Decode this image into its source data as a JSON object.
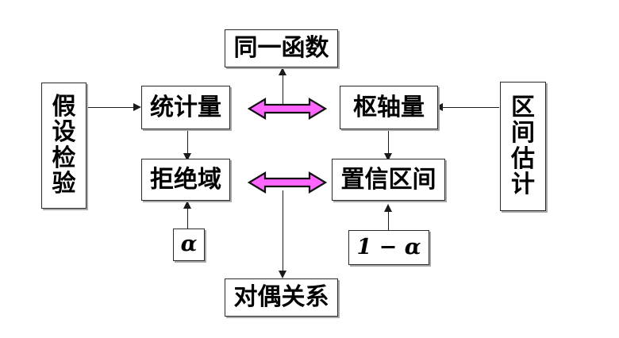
{
  "diagram": {
    "title_text": "",
    "background_color": "#ffffff",
    "accent_color": "#ff66ff",
    "line_color": "#1a1a1a",
    "box_border_color": "#2b2b2b",
    "shadow_color": "#a8a8a8",
    "nodes": [
      {
        "id": "hypothesis-testing",
        "label": "假设检验",
        "chars": [
          "假",
          "设",
          "检",
          "验"
        ],
        "orientation": "vertical"
      },
      {
        "id": "statistic",
        "label": "统计量",
        "orientation": "horizontal"
      },
      {
        "id": "same-function",
        "label": "同一函数",
        "orientation": "horizontal"
      },
      {
        "id": "pivotal-quantity",
        "label": "枢轴量",
        "orientation": "horizontal"
      },
      {
        "id": "interval-estimation",
        "label": "区间估计",
        "chars": [
          "区",
          "间",
          "估",
          "计"
        ],
        "orientation": "vertical"
      },
      {
        "id": "rejection-region",
        "label": "拒绝域",
        "orientation": "horizontal"
      },
      {
        "id": "confidence-interval",
        "label": "置信区间",
        "orientation": "horizontal"
      },
      {
        "id": "alpha",
        "label": "α",
        "orientation": "horizontal"
      },
      {
        "id": "one-minus-alpha",
        "label": "1 − α",
        "orientation": "horizontal"
      },
      {
        "id": "dual-relation",
        "label": "对偶关系",
        "orientation": "horizontal"
      }
    ],
    "connectors": [
      {
        "id": "hypothesis-to-statistic",
        "from": "假设检验",
        "to": "统计量",
        "style": "single-arrow",
        "color": "#1a1a1a"
      },
      {
        "id": "statistic-to-rejection",
        "from": "统计量",
        "to": "拒绝域",
        "style": "single-arrow",
        "color": "#1a1a1a"
      },
      {
        "id": "alpha-to-rejection",
        "from": "α",
        "to": "拒绝域",
        "style": "single-arrow",
        "color": "#1a1a1a"
      },
      {
        "id": "interval-to-pivotal",
        "from": "区间估计",
        "to": "枢轴量",
        "style": "single-arrow",
        "color": "#1a1a1a"
      },
      {
        "id": "pivotal-to-confidence",
        "from": "枢轴量",
        "to": "置信区间",
        "style": "single-arrow",
        "color": "#1a1a1a"
      },
      {
        "id": "one-minus-alpha-to-confidence",
        "from": "1 − α",
        "to": "置信区间",
        "style": "single-arrow",
        "color": "#1a1a1a"
      },
      {
        "id": "statistic-pivotal-equivalence",
        "from": "统计量",
        "to": "枢轴量",
        "style": "double-arrow",
        "color": "#ff66ff",
        "annotation": "同一函数"
      },
      {
        "id": "rejection-confidence-equivalence",
        "from": "拒绝域",
        "to": "置信区间",
        "style": "double-arrow",
        "color": "#ff66ff",
        "annotation": "对偶关系"
      },
      {
        "id": "equivalence-to-same-function",
        "from": "statistic-pivotal-equivalence",
        "to": "同一函数",
        "style": "single-arrow",
        "color": "#1a1a1a"
      },
      {
        "id": "equivalence-to-dual-relation",
        "from": "rejection-confidence-equivalence",
        "to": "对偶关系",
        "style": "single-arrow",
        "color": "#1a1a1a"
      }
    ]
  }
}
